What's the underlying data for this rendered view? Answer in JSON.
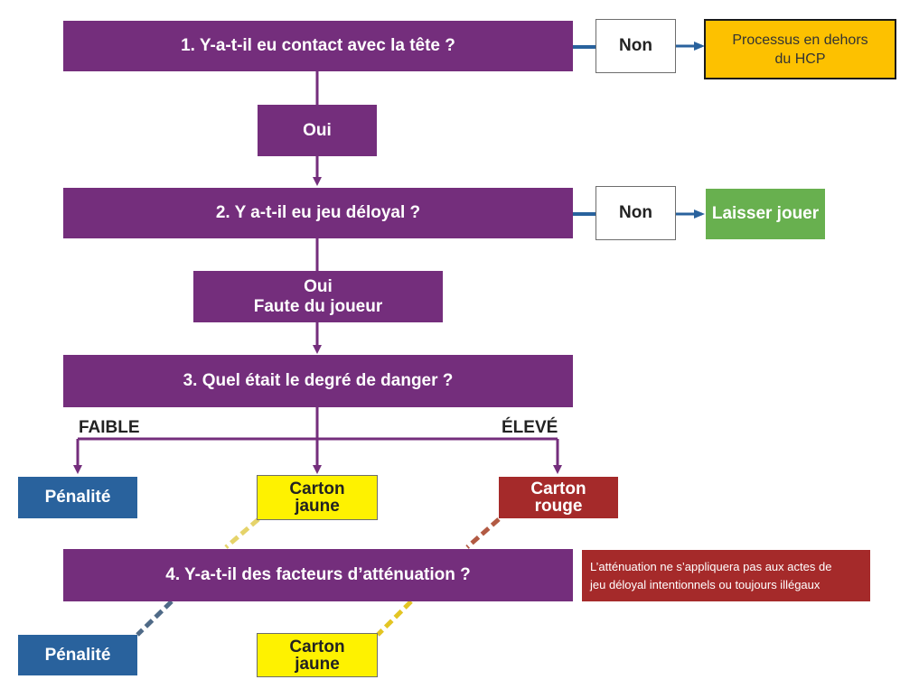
{
  "q1": "1. Y-a-t-il eu contact avec la tête ?",
  "q1_non": "Non",
  "q1_outcome": [
    "Processus en dehors",
    "du HCP"
  ],
  "q1_oui": "Oui",
  "q2": "2. Y a-t-il eu jeu déloyal ?",
  "q2_non": "Non",
  "q2_outcome": "Laisser jouer",
  "q2_oui": [
    "Oui",
    "Faute du joueur"
  ],
  "q3": "3. Quel était le degré de danger ?",
  "scale_low": "FAIBLE",
  "scale_high": "ÉLEVÉ",
  "row1": {
    "penalty": "Pénalité",
    "yellow": [
      "Carton",
      "jaune"
    ],
    "red": [
      "Carton",
      "rouge"
    ]
  },
  "q4": "4. Y-a-t-il des facteurs d’atténuation ?",
  "note": [
    "L’atténuation ne s’appliquera pas aux actes de",
    "jeu déloyal intentionnels ou toujours illégaux"
  ],
  "row2": {
    "penalty": "Pénalité",
    "yellow": [
      "Carton",
      "jaune"
    ]
  },
  "colors": {
    "purple": "#742e7c",
    "arrow_blue": "#29629d",
    "orange": "#fdc100",
    "green": "#68b04f",
    "blue": "#29629d",
    "yellow": "#fef200",
    "red": "#a52a2a"
  }
}
